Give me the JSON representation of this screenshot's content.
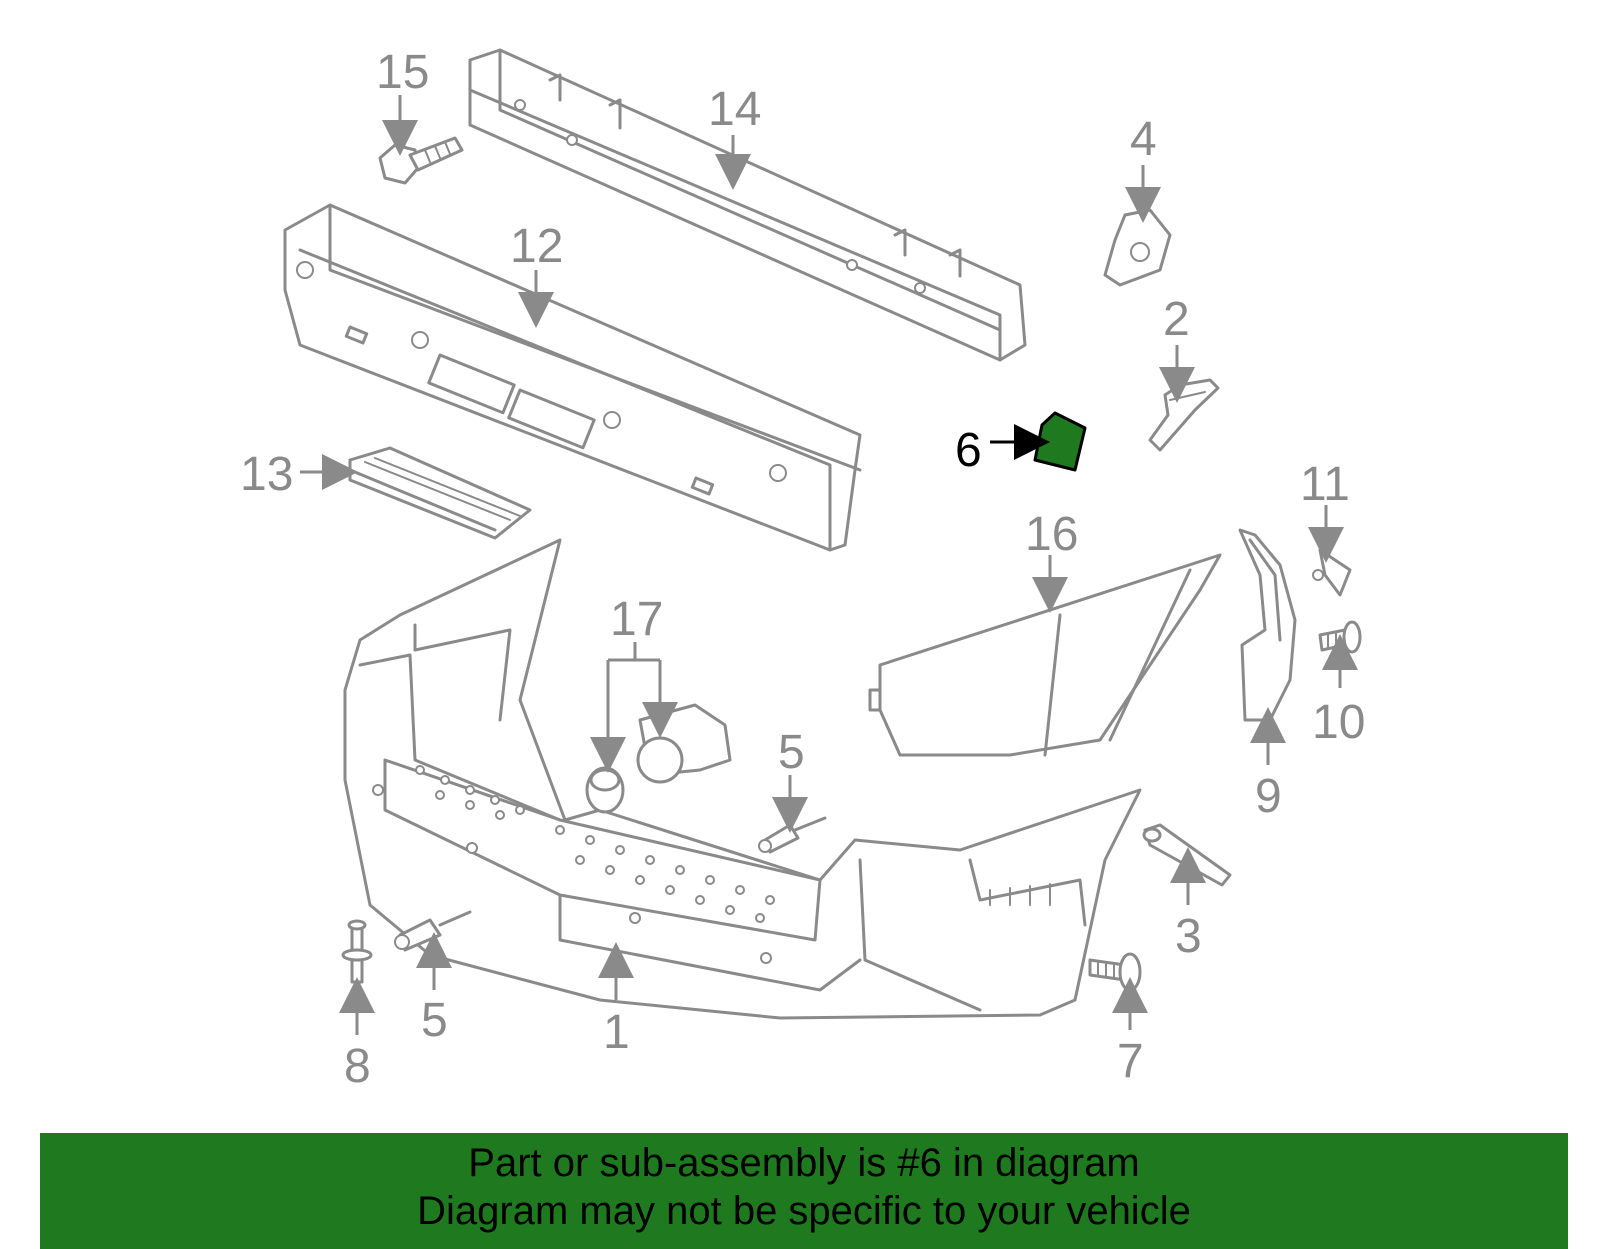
{
  "callouts": {
    "c1": "1",
    "c2": "2",
    "c3": "3",
    "c4": "4",
    "c5a": "5",
    "c5b": "5",
    "c6": "6",
    "c7": "7",
    "c8": "8",
    "c9": "9",
    "c10": "10",
    "c11": "11",
    "c12": "12",
    "c13": "13",
    "c14": "14",
    "c15": "15",
    "c16": "16",
    "c17": "17"
  },
  "highlight": {
    "part_number": "6",
    "color": "#1f7a1f"
  },
  "banner": {
    "line1": "Part or sub-assembly is #6 in diagram",
    "line2": "Diagram may not be specific to your vehicle",
    "color": "#1f7a1f"
  }
}
